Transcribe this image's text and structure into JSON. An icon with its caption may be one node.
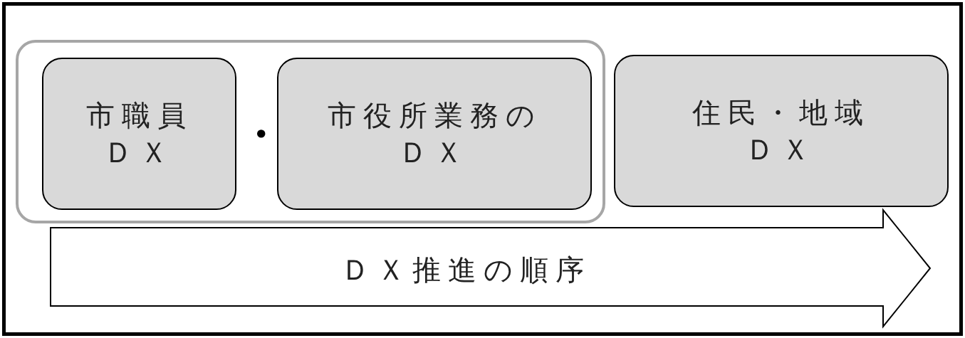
{
  "diagram": {
    "nodes": [
      {
        "text": [],
        "shape": "box"
      },
      {
        "text": [
          "市職員",
          "ＤＸ"
        ],
        "in": 0
      },
      {
        "text": [
          "市役所業務の",
          "ＤＸ"
        ],
        "in": 0
      },
      {
        "text": [
          "住民・地域",
          "ＤＸ"
        ]
      },
      {
        "text": [
          "ＤＸ推進の順序"
        ]
      }
    ],
    "edges": [],
    "labels": [
      "・"
    ]
  }
}
